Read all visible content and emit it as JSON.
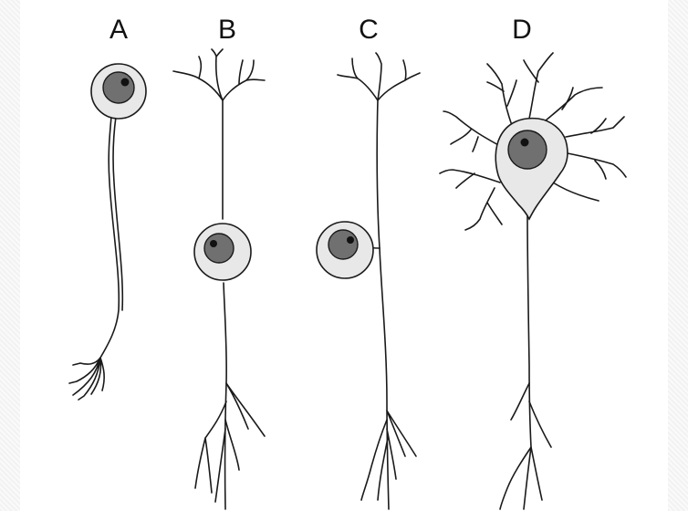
{
  "labels": {
    "a": "A",
    "b": "B",
    "c": "C",
    "d": "D"
  },
  "colors": {
    "background": "#ffffff",
    "ink": "#1a1a1a",
    "soma_fill": "#e8e8e8",
    "nucleus_fill": "#707070",
    "nucleolus_fill": "#111111"
  }
}
